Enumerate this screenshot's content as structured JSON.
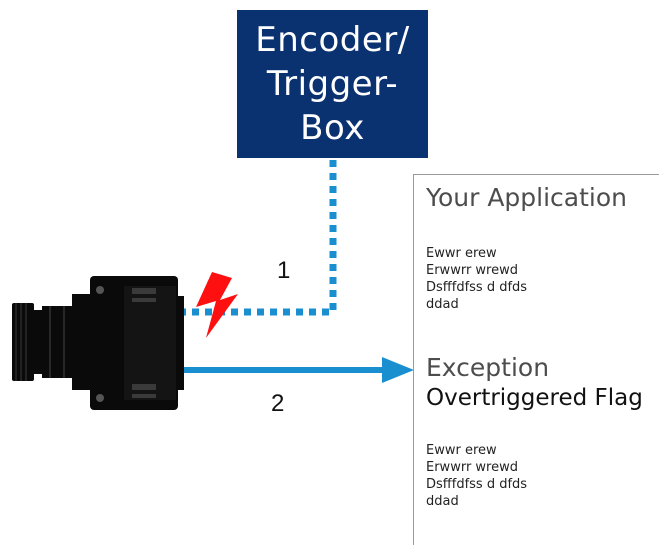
{
  "encoder_box": {
    "lines": [
      "Encoder/",
      "Trigger-",
      "Box"
    ]
  },
  "paths": {
    "path_1_label": "1",
    "path_2_label": "2"
  },
  "application": {
    "title": "Your Application",
    "text_block_1": [
      "Ewwr erew",
      "Erwwrr wrewd",
      "Dsfffdfss d dfds",
      "ddad"
    ],
    "exception_label": "Exception",
    "flag_label": "Overtriggered Flag",
    "text_block_2": [
      "Ewwr erew",
      "Erwwrr wrewd",
      "Dsfffdfss d dfds",
      "ddad"
    ]
  },
  "colors": {
    "encoder_box": "#0b3270",
    "dotted_line": "#1a8fd0",
    "arrow": "#1a8fd0",
    "lightning": "#ff1010",
    "camera": "#0a0a0a"
  },
  "icons": {
    "camera": "industrial-camera-icon",
    "lightning": "lightning-bolt-icon"
  }
}
